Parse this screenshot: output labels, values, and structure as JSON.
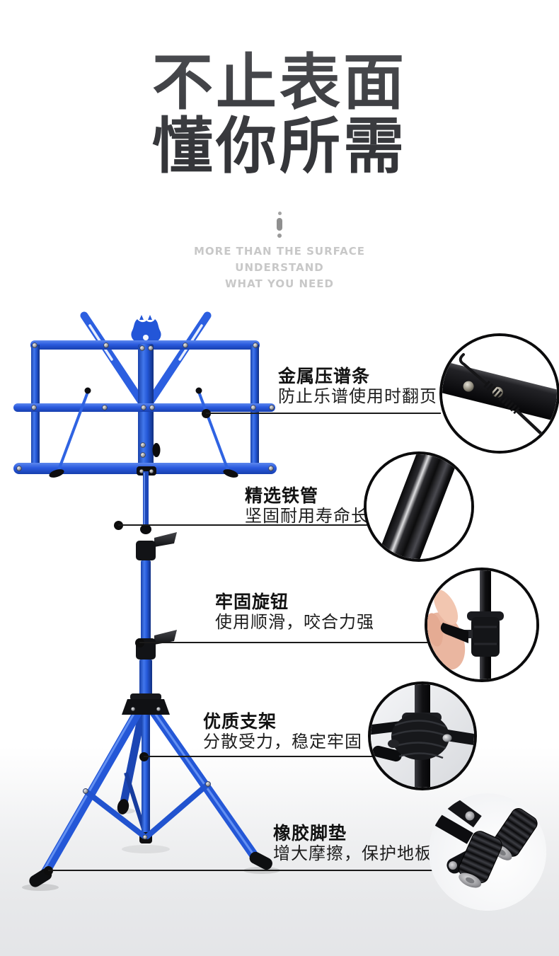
{
  "hero": {
    "title_line1": "不止表面",
    "title_line2": "懂你所需",
    "divider_icon": "vertical-i-ornament",
    "tagline": [
      "MORE THAN THE SURFACE",
      "UNDERSTAND",
      "WHAT YOU NEED"
    ]
  },
  "callouts": [
    {
      "title": "金属压谱条",
      "desc": "防止乐谱使用时翻页",
      "photo": "metal-clip-closeup"
    },
    {
      "title": "精选铁管",
      "desc": "坚固耐用寿命长",
      "photo": "iron-tube-closeup"
    },
    {
      "title": "牢固旋钮",
      "desc": "使用顺滑，咬合力强",
      "photo": "lock-knob-closeup"
    },
    {
      "title": "优质支架",
      "desc": "分散受力，稳定牢固",
      "photo": "tripod-hub-closeup"
    },
    {
      "title": "橡胶脚垫",
      "desc": "增大摩擦，保护地板",
      "photo": "rubber-feet-closeup"
    }
  ],
  "product_illustration": "blue-folding-music-stand",
  "colors": {
    "stand_blue": "#2458d8",
    "detail_ring": "#0b0b0c",
    "leader_line": "#1a1a1a",
    "title_gray": "#3c3d40",
    "tagline_gray": "#c8c8c8",
    "floor_gray": "#e7e8ea"
  }
}
